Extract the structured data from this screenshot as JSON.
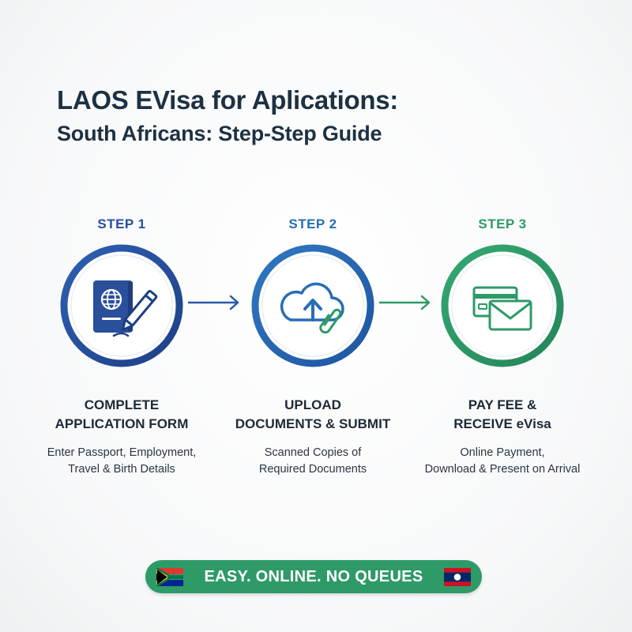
{
  "header": {
    "title": "LAOS EVisa for Aplications:",
    "subtitle": "South Africans: Step-Step Guide"
  },
  "steps": [
    {
      "label": "STEP 1",
      "heading_line1": "COMPLETE",
      "heading_line2": "APPLICATION FORM",
      "desc_line1": "Enter Passport, Employment,",
      "desc_line2": "Travel & Birth Details",
      "icon": "passport-pen-icon",
      "color": "#274f9c"
    },
    {
      "label": "STEP 2",
      "heading_line1": "UPLOAD",
      "heading_line2": "DOCUMENTS & SUBMIT",
      "desc_line1": "Scanned Copies of",
      "desc_line2": "Required Documents",
      "icon": "cloud-upload-icon",
      "color": "#2a6db5"
    },
    {
      "label": "STEP 3",
      "heading_line1": "PAY FEE &",
      "heading_line2": "RECEIVE eVisa",
      "desc_line1": "Online Payment,",
      "desc_line2": "Download & Present on Arrival",
      "icon": "card-envelope-icon",
      "color": "#2e9a67"
    }
  ],
  "banner": {
    "text": "EASY. ONLINE. NO QUEUES",
    "left_flag": "south-africa-flag-icon",
    "right_flag": "laos-flag-icon",
    "color": "#2e9a67"
  },
  "colors": {
    "title": "#1d3142",
    "step1_blue": "#274f9c",
    "step2_blue": "#2a6db5",
    "step3_green": "#2e9a67"
  }
}
